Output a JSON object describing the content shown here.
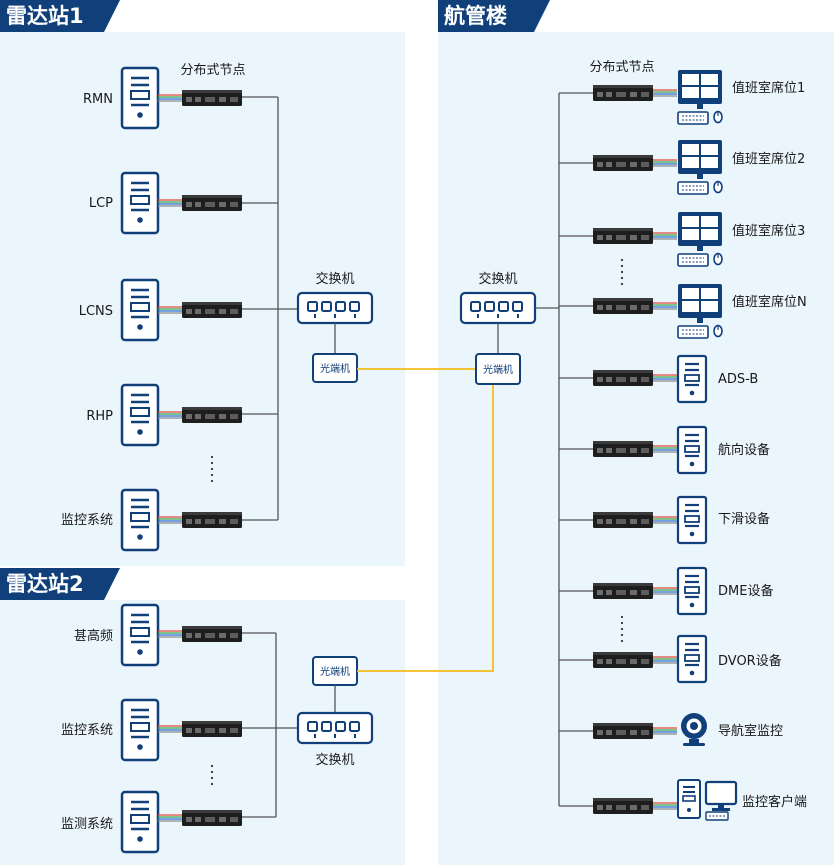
{
  "sections": {
    "radar1": "雷达站1",
    "tower": "航管楼",
    "radar2": "雷达站2"
  },
  "distributed_node_label": "分布式节点",
  "switch_label": "交换机",
  "optical_label": "光端机",
  "radar1_items": [
    "RMN",
    "LCP",
    "LCNS",
    "RHP",
    "监控系统"
  ],
  "radar2_items": [
    "甚高频",
    "监控系统",
    "监测系统"
  ],
  "tower_items": [
    "值班室席位1",
    "值班室席位2",
    "值班室席位3",
    "值班室席位N",
    "ADS-B",
    "航向设备",
    "下滑设备",
    "DME设备",
    "DVOR设备",
    "导航室监控",
    "监控客户端"
  ],
  "colors": {
    "primary": "#103f7a",
    "panel": "#eaf5fc",
    "fiber": "#f5bc1c",
    "wire": "#555555"
  }
}
